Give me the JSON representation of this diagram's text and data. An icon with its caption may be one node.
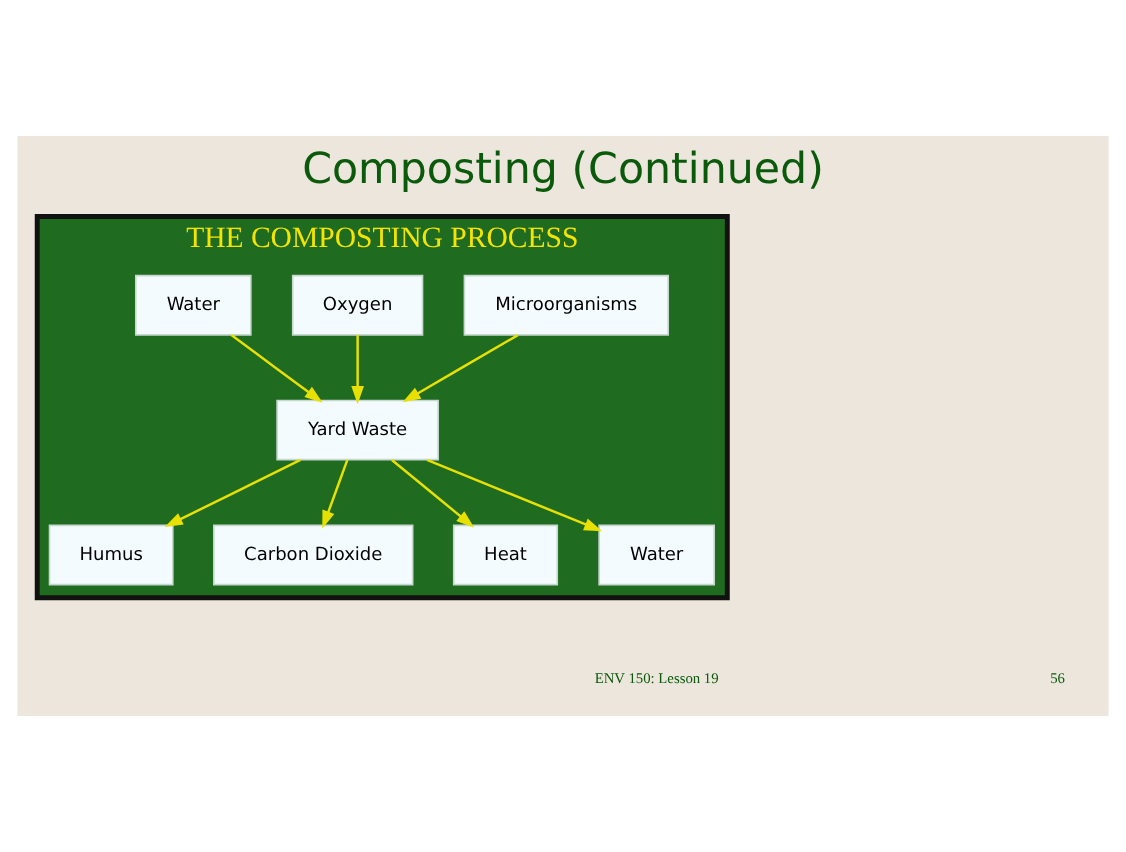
{
  "diagram": {
    "title": "Composting (Continued)",
    "nodes": [
      {
        "text": [
          "THE COMPOSTING PROCESS"
        ]
      },
      {
        "text": [
          "Microorganisms"
        ],
        "in": 0
      },
      {
        "text": [
          "Oxygen"
        ],
        "in": 0
      },
      {
        "text": [
          "Water"
        ],
        "in": 0
      },
      {
        "text": [
          "Yard Waste"
        ],
        "in": 0
      },
      {
        "text": [
          "Humus"
        ],
        "in": 0
      },
      {
        "text": [
          "Carbon Dioxide"
        ],
        "in": 0
      },
      {
        "text": [
          "Heat"
        ],
        "in": 0
      },
      {
        "text": [
          "Water"
        ],
        "in": 0
      }
    ],
    "edges": [
      {
        "from": 1,
        "to": 4,
        "arrow": "to"
      },
      {
        "from": 2,
        "to": 4,
        "arrow": "to"
      },
      {
        "from": 3,
        "to": 4,
        "arrow": "to"
      },
      {
        "from": 4,
        "to": 5,
        "arrow": "to"
      },
      {
        "from": 4,
        "to": 6,
        "arrow": "to"
      },
      {
        "from": 4,
        "to": 7,
        "arrow": "to"
      },
      {
        "from": 4,
        "to": 8,
        "arrow": "to"
      }
    ],
    "labels": [
      "ENV 150: Lesson 19",
      "56"
    ]
  }
}
